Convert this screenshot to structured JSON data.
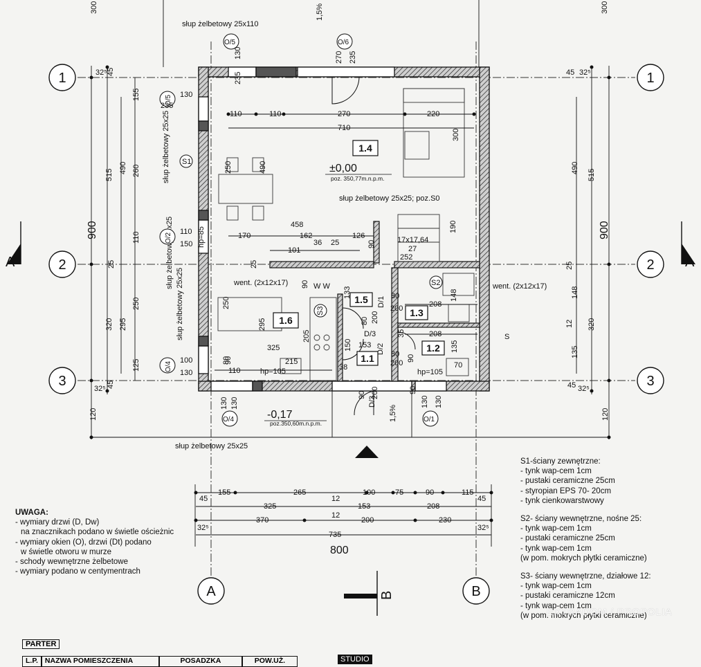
{
  "axes": {
    "row1": "1",
    "row2": "2",
    "row3": "3",
    "colA": "A",
    "colB": "B",
    "sectionA": "A",
    "sectionB": "B"
  },
  "rooms": {
    "r14": "1.4",
    "r15": "1.5",
    "r16": "1.6",
    "r13": "1.3",
    "r12": "1.2",
    "r11": "1.1"
  },
  "levels": {
    "main": "±0,00",
    "main_abs": "poz. 350,77m.n.p.m.",
    "entry": "-0,17",
    "entry_abs": "poz.350,60m.n.p.m."
  },
  "labels": {
    "column_top": "słup żelbetowy 25x110",
    "column_left1": "słup żelbetowy 25x25",
    "column_left2": "słup żelbetowy 25x25",
    "column_left3": "słup żelbetowy 25x25",
    "column_mid": "słup żelbetowy 25x25; poz.S0",
    "column_bottom": "słup żelbetowy 25x25",
    "vent_left": "went. (2x12x17)",
    "vent_right": "went. (2x12x17)",
    "stairs": "17x17,64",
    "stairs_n": "27",
    "stairs_w": "252",
    "hp1": "hp=85",
    "hp2": "hp=105",
    "hp3": "hp=105",
    "slope_top": "1,5%",
    "slope_bot": "1,5%",
    "s_mark": "S",
    "ww": "W W",
    "s1": "S1",
    "s2": "S2",
    "s3": "S3"
  },
  "openings": {
    "o5a": "O/5",
    "o6": "O/6",
    "o5b": "O/5",
    "o2": "O/2",
    "o4a": "O/4",
    "o4b": "O/4",
    "o1": "O/1",
    "d1": "D/1",
    "d2": "D/2",
    "d3a": "D/3",
    "d3b": "D/3"
  },
  "dims": {
    "top_300_l": "300",
    "top_300_r": "300",
    "left_32": "32⁵",
    "left_45": "45",
    "left_155": "155",
    "left_515": "515",
    "left_490": "490",
    "left_260": "260",
    "left_900": "900",
    "left_110": "110",
    "left_25": "25",
    "left_250": "250",
    "left_320": "320",
    "left_295": "295",
    "left_125": "125",
    "left_45b": "45",
    "left_32b": "32⁵",
    "left_120": "120",
    "right_45": "45",
    "right_32": "32⁵",
    "right_515": "515",
    "right_490": "490",
    "right_900": "900",
    "right_25": "25",
    "right_148": "148",
    "right_320": "320",
    "right_12": "12",
    "right_135": "135",
    "right_45b": "45",
    "right_32b": "32⁵",
    "right_120": "120",
    "o5a_w": "130",
    "o5a_h": "235",
    "o6_w": "270",
    "o6_h": "235",
    "o5b_w": "130",
    "o5b_h": "235",
    "o2_w": "110",
    "o2_h": "150",
    "o4a_w": "100",
    "o4a_h": "130",
    "o4b_w": "130",
    "o4b_h": "130",
    "o1_w": "130",
    "o1_h": "130",
    "o1_d": "90",
    "o4_d": "90",
    "in_110a": "110",
    "in_110b": "110",
    "in_270": "270",
    "in_220": "220",
    "in_710": "710",
    "in_300": "300",
    "in_250": "250",
    "in_490": "490",
    "in_458": "458",
    "in_170": "170",
    "in_162": "162",
    "in_126": "126",
    "in_101": "101",
    "in_36": "36",
    "in_25a": "25",
    "in_90a": "90",
    "in_190": "190",
    "in_25b": "25",
    "in_90b": "90",
    "in_133": "133",
    "in_80a": "80",
    "in_200a": "200",
    "in_208a": "208",
    "in_148": "148",
    "in_250b": "250",
    "in_295": "295",
    "in_205": "205",
    "in_325": "325",
    "in_80b": "80",
    "in_200b": "200",
    "in_153": "153",
    "in_150": "150",
    "in_35": "35",
    "in_208b": "208",
    "in_135": "135",
    "in_80c": "80",
    "in_215": "215",
    "in_110c": "110",
    "in_38": "38",
    "in_200c": "200",
    "in_90c": "90",
    "in_80d": "80",
    "in_70": "70",
    "in_90d": "90",
    "in_200d": "200",
    "b_45": "45",
    "b_155": "155",
    "b_265": "265",
    "b_12a": "12",
    "b_100": "100",
    "b_75": "75",
    "b_90": "90",
    "b_115": "115",
    "b_45r": "45",
    "b_325": "325",
    "b_12b": "12",
    "b_153": "153",
    "b_208": "208",
    "b_370": "370",
    "b_200": "200",
    "b_230": "230",
    "b_32l": "32⁵",
    "b_32r": "32⁵",
    "b_735": "735",
    "b_800": "800"
  },
  "notes": {
    "title": "UWAGA:",
    "items": [
      "- wymiary drzwi (D, Dw)",
      "  na znacznikach podano w świetle ościeżnic",
      "- wymiary okien (O), drzwi (Dt) podano",
      "  w świetle otworu w murze",
      "- schody wewnętrzne żelbetowe",
      "- wymiary podano w centymentrach"
    ]
  },
  "walls": {
    "s1_title": "S1-ściany zewnętrzne:",
    "s1": [
      "- tynk wap-cem 1cm",
      "- pustaki ceramiczne 25cm",
      "- styropian EPS 70- 20cm",
      "- tynk cienkowarstwowy"
    ],
    "s2_title": "S2- ściany wewnętrzne, nośne 25:",
    "s2": [
      "- tynk wap-cem 1cm",
      "- pustaki ceramiczne 25cm",
      "- tynk wap-cem 1cm",
      "(w pom. mokrych płytki ceramiczne)"
    ],
    "s3_title": "S3- ściany wewnętrzne, działowe 12:",
    "s3": [
      "- tynk wap-cem 1cm",
      "- pustaki ceramiczne 12cm",
      "- tynk wap-cem 1cm",
      "(w pom. mokrych płytki ceramiczne)"
    ]
  },
  "table": {
    "title": "PARTER",
    "cols": [
      "L.P.",
      "NAZWA POMIESZCZENIA",
      "POSADZKA",
      "POW.UŻ."
    ],
    "studio": "STUDIO"
  },
  "watermark": "EXTRADOM / PROPOLIA"
}
